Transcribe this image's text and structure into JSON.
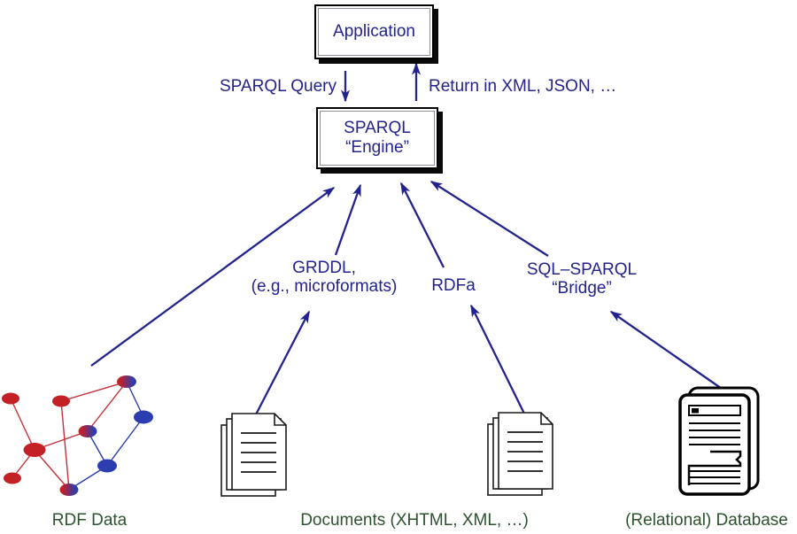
{
  "title": "SPARQL architecture diagram",
  "colors": {
    "arrow_navy": "#23238E",
    "label_green": "#2E5230",
    "node_red": "#C42127",
    "node_blue": "#2B3DAF",
    "box_border": "#000000",
    "box_inner_border": "#8D8D99"
  },
  "boxes": {
    "application": {
      "label": "Application"
    },
    "engine": {
      "line1": "SPARQL",
      "line2": "“Engine”"
    }
  },
  "arrows": {
    "query": "SPARQL Query",
    "return": "Return in XML, JSON, …",
    "grddl_line1": "GRDDL,",
    "grddl_line2": "(e.g., microformats)",
    "rdfa": "RDFa",
    "bridge_line1": "SQL–SPARQL",
    "bridge_line2": "“Bridge”"
  },
  "sources": {
    "rdf": "RDF Data",
    "documents": "Documents (XHTML, XML, …)",
    "database": "(Relational) Database"
  }
}
